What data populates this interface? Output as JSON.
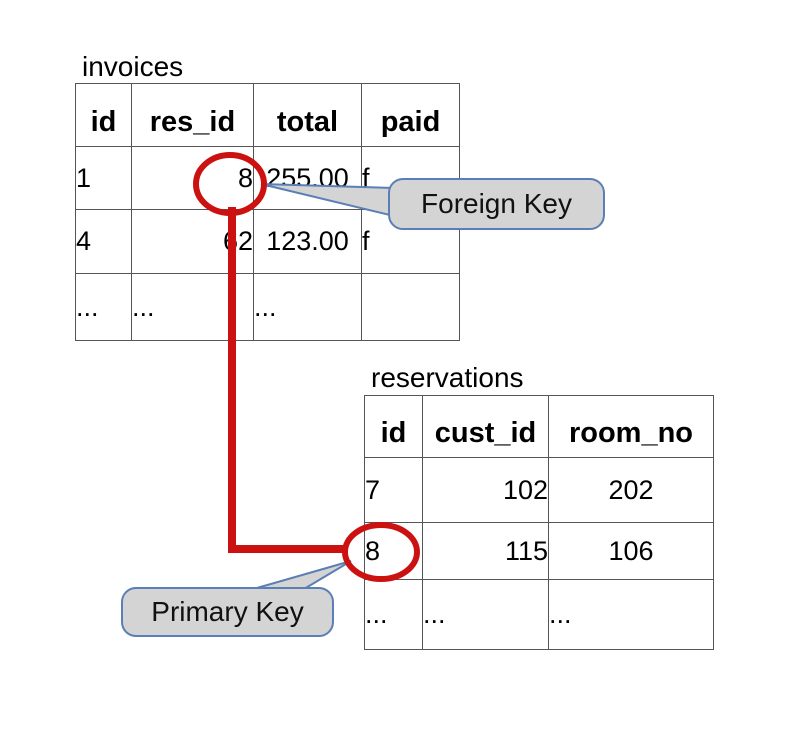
{
  "colors": {
    "relation_red": "#cc1111",
    "callout_fill": "#d4d4d4",
    "callout_border": "#5b7fb4",
    "table_border": "#555555"
  },
  "invoices": {
    "title": "invoices",
    "columns": [
      "id",
      "res_id",
      "total",
      "paid"
    ],
    "rows": [
      [
        "1",
        "8",
        "255.00",
        "f"
      ],
      [
        "4",
        "62",
        "123.00",
        "f"
      ],
      [
        "...",
        "...",
        "...",
        ""
      ]
    ]
  },
  "reservations": {
    "title": "reservations",
    "columns": [
      "id",
      "cust_id",
      "room_no"
    ],
    "rows": [
      [
        "7",
        "102",
        "202"
      ],
      [
        "8",
        "115",
        "106"
      ],
      [
        "...",
        "...",
        "..."
      ]
    ]
  },
  "callouts": {
    "foreign_key": {
      "label": "Foreign Key"
    },
    "primary_key": {
      "label": "Primary Key"
    }
  }
}
